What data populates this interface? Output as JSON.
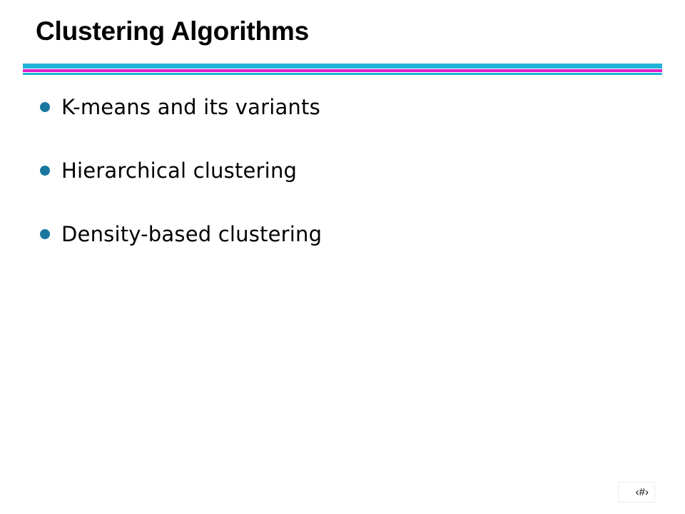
{
  "slide": {
    "title": "Clustering Algorithms",
    "bullets": [
      "K-means and its variants",
      "Hierarchical clustering",
      "Density-based clustering"
    ],
    "page_number": "‹#›"
  },
  "colors": {
    "title": "#000000",
    "text": "#000000",
    "bullet": "#1a78a0",
    "rule_top": "#20b4d8",
    "rule_mid": "#e020c8",
    "rule_bottom": "#20b4d8"
  }
}
